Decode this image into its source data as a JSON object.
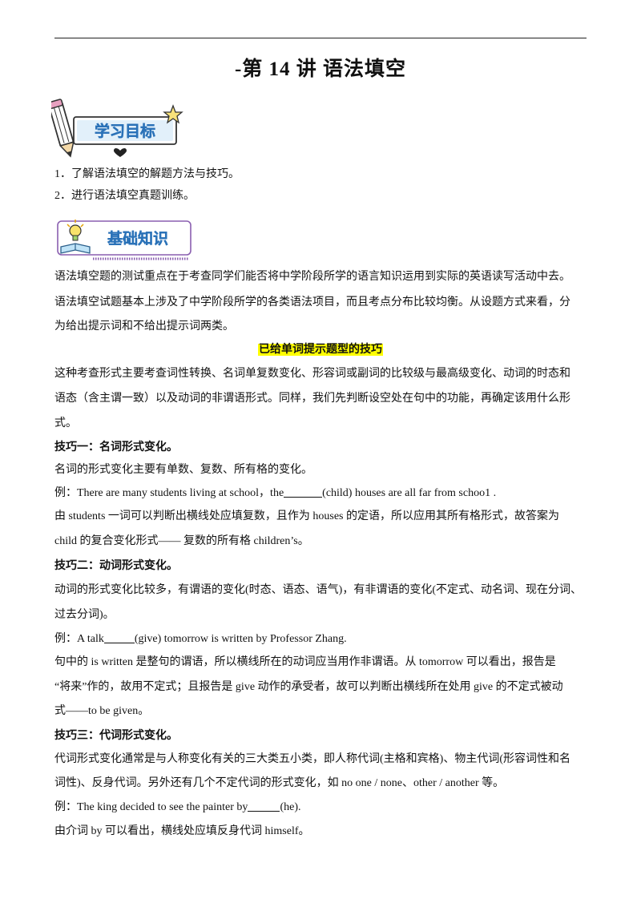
{
  "header": {
    "title": "-第 14 讲  语法填空"
  },
  "banners": {
    "goals": "学习目标",
    "knowledge": "基础知识"
  },
  "goals": [
    "1．了解语法填空的解题方法与技巧。",
    "2．进行语法填空真题训练。"
  ],
  "intro": [
    "语法填空题的测试重点在于考查同学们能否将中学阶段所学的语言知识运用到实际的英语读写活动中去。",
    "语法填空试题基本上涉及了中学阶段所学的各类语法项目，而且考点分布比较均衡。从设题方式来看，分",
    "为给出提示词和不给出提示词两类。"
  ],
  "section_heading": "已给单词提示题型的技巧",
  "section_intro": [
    "这种考查形式主要考查词性转换、名词单复数变化、形容词或副词的比较级与最高级变化、动词的时态和",
    "语态（含主谓一致）以及动词的非谓语形式。同样，我们先判断设空处在句中的功能，再确定该用什么形",
    "式。"
  ],
  "tip1": {
    "heading": "技巧一：名词形式变化。",
    "desc": "名词的形式变化主要有单数、复数、所有格的变化。",
    "example_before": "例：There are many students living at school，the",
    "example_after": "(child) houses are all far from schoo1 .",
    "explain": [
      "由 students 一词可以判断出横线处应填复数，且作为 houses 的定语，所以应用其所有格形式，故答案为",
      "child 的复合变化形式——  复数的所有格 children’s。"
    ]
  },
  "tip2": {
    "heading": "技巧二：动词形式变化。",
    "desc": [
      "动词的形式变化比较多，有谓语的变化(时态、语态、语气)，有非谓语的变化(不定式、动名词、现在分词、",
      "过去分词)。"
    ],
    "example_before": "例：A talk",
    "example_after": "(give) tomorrow is written by Professor Zhang.",
    "explain": [
      "句中的 is written 是整句的谓语，所以横线所在的动词应当用作非谓语。从 tomorrow 可以看出，报告是",
      "“将来”作的，故用不定式；且报告是 give 动作的承受者，故可以判断出横线所在处用 give 的不定式被动",
      "式——to be given。"
    ]
  },
  "tip3": {
    "heading": "技巧三：代词形式变化。",
    "desc": [
      "代词形式变化通常是与人称变化有关的三大类五小类，即人称代词(主格和宾格)、物主代词(形容词性和名",
      "词性)、反身代词。另外还有几个不定代词的形式变化，如 no one / none、other / another 等。"
    ],
    "example_before": "例：The king decided to see the painter by",
    "example_after": "(he).",
    "explain": "由介词 by 可以看出，横线处应填反身代词 himself。"
  }
}
